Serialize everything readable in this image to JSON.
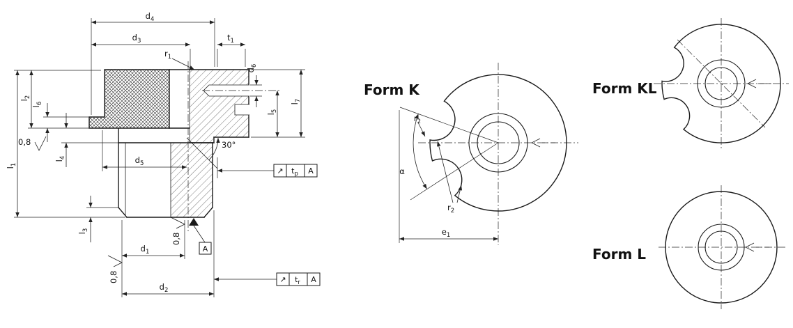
{
  "dims": {
    "d1": {
      "base": "d",
      "sub": "1"
    },
    "d2": {
      "base": "d",
      "sub": "2"
    },
    "d3": {
      "base": "d",
      "sub": "3"
    },
    "d4": {
      "base": "d",
      "sub": "4"
    },
    "d5": {
      "base": "d",
      "sub": "5"
    },
    "d6": {
      "base": "d",
      "sub": "6"
    },
    "l1": {
      "base": "l",
      "sub": "1"
    },
    "l2": {
      "base": "l",
      "sub": "2"
    },
    "l3": {
      "base": "l",
      "sub": "3"
    },
    "l4": {
      "base": "l",
      "sub": "4"
    },
    "l5": {
      "base": "l",
      "sub": "5"
    },
    "l6": {
      "base": "l",
      "sub": "6"
    },
    "l7": {
      "base": "l",
      "sub": "7"
    },
    "t1": {
      "base": "t",
      "sub": "1"
    },
    "r1": {
      "base": "r",
      "sub": "1"
    },
    "r2": {
      "base": "r",
      "sub": "2"
    },
    "e1": {
      "base": "e",
      "sub": "1"
    }
  },
  "labels": {
    "angle30": "30°",
    "alpha": "α",
    "roughness": "0,8",
    "datum": "A"
  },
  "frames": {
    "tp": {
      "symbol": "↗",
      "value_base": "t",
      "value_sub": "p",
      "datum": "A"
    },
    "tr": {
      "symbol": "↗",
      "value_base": "t",
      "value_sub": "r",
      "datum": "A"
    }
  },
  "forms": {
    "k": "Form K",
    "kl": "Form KL",
    "l": "Form L"
  }
}
